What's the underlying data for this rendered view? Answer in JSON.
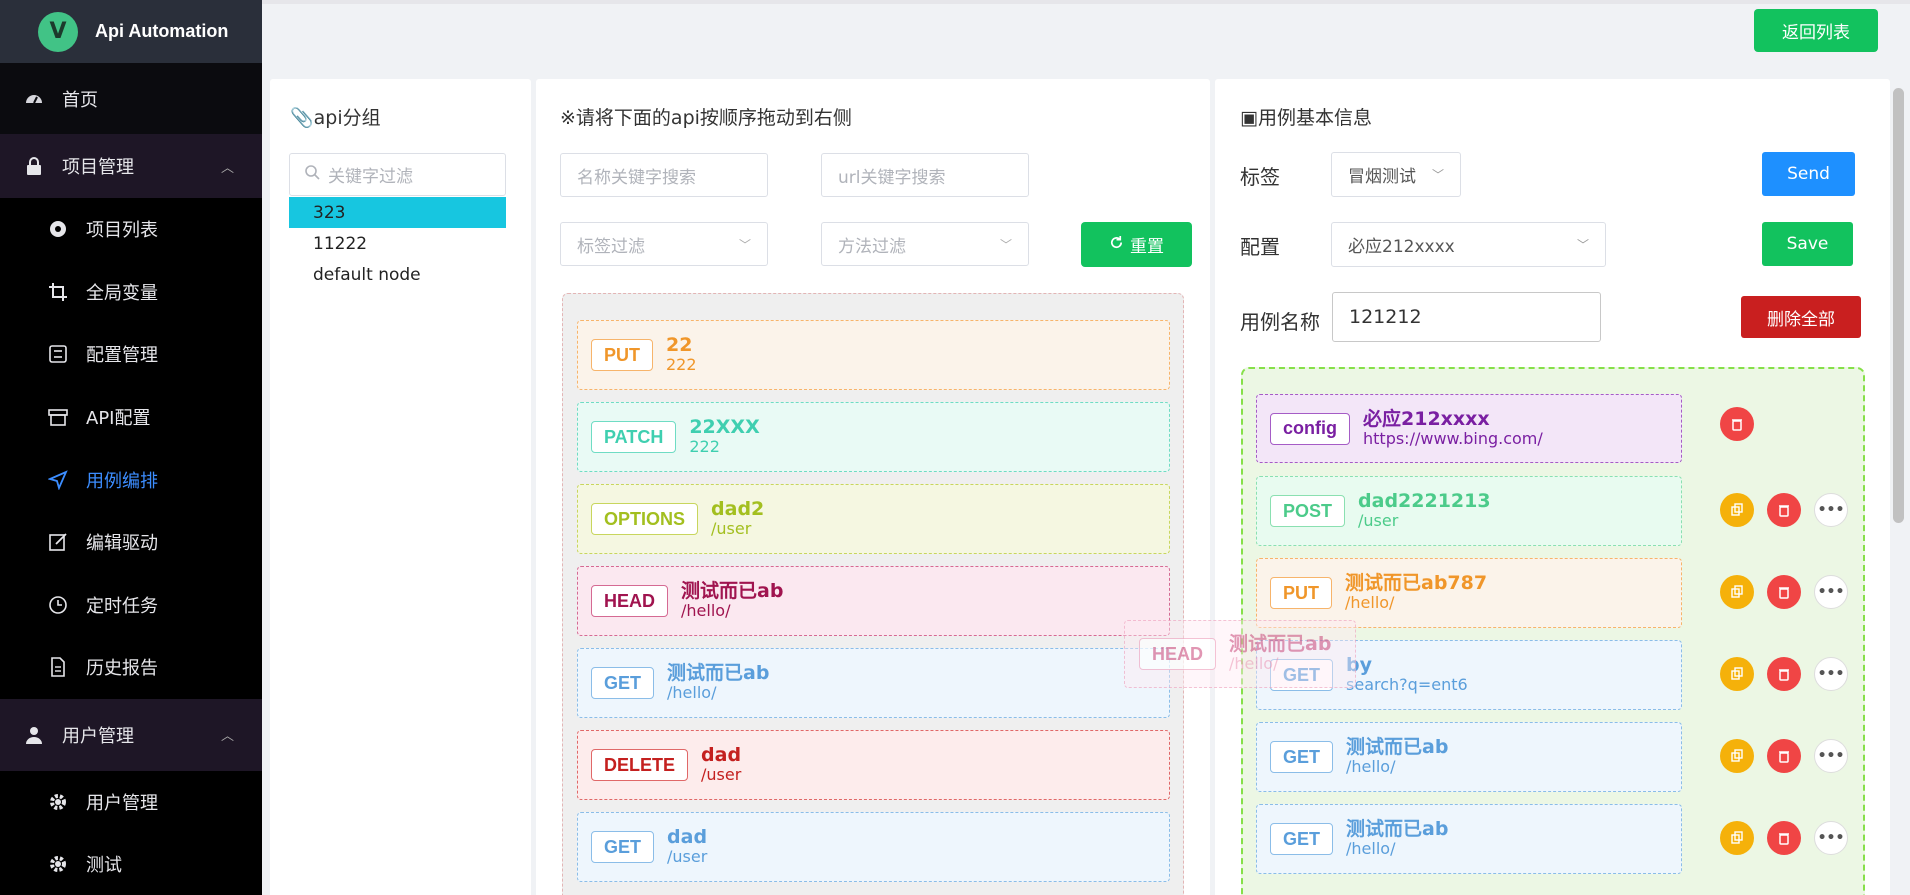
{
  "app": {
    "title": "Api Automation",
    "logo_letter": "V"
  },
  "sidebar": {
    "home": "首页",
    "project_group": "项目管理",
    "project_items": [
      {
        "label": "项目列表",
        "icon": "circle-dot-icon"
      },
      {
        "label": "全局变量",
        "icon": "crop-icon"
      },
      {
        "label": "配置管理",
        "icon": "settings-list-icon"
      },
      {
        "label": "API配置",
        "icon": "archive-icon"
      },
      {
        "label": "用例编排",
        "icon": "send-icon",
        "active": true
      },
      {
        "label": "编辑驱动",
        "icon": "edit-icon"
      },
      {
        "label": "定时任务",
        "icon": "clock-icon"
      },
      {
        "label": "历史报告",
        "icon": "document-icon"
      }
    ],
    "user_group": "用户管理",
    "user_items": [
      {
        "label": "用户管理",
        "icon": "gear-icon"
      },
      {
        "label": "测试",
        "icon": "gear-icon"
      }
    ]
  },
  "top": {
    "return_label": "返回列表"
  },
  "left_panel": {
    "title": "📎api分组",
    "filter_placeholder": "关键字过滤",
    "tree": [
      "323",
      "11222",
      "default node"
    ]
  },
  "middle_panel": {
    "title": "※请将下面的api按顺序拖动到右侧",
    "name_placeholder": "名称关键字搜索",
    "url_placeholder": "url关键字搜索",
    "tag_placeholder": "标签过滤",
    "method_placeholder": "方法过滤",
    "reset_label": "重置",
    "apis": [
      {
        "method": "PUT",
        "name": "22",
        "url": "222"
      },
      {
        "method": "PATCH",
        "name": "22XXX",
        "url": "222"
      },
      {
        "method": "OPTIONS",
        "name": "dad2",
        "url": "/user"
      },
      {
        "method": "HEAD",
        "name": "测试而已ab",
        "url": "/hello/"
      },
      {
        "method": "GET",
        "name": "测试而已ab",
        "url": "/hello/"
      },
      {
        "method": "DELETE",
        "name": "dad",
        "url": "/user"
      },
      {
        "method": "GET",
        "name": "dad",
        "url": "/user"
      }
    ],
    "dragging": {
      "method": "HEAD",
      "name": "测试而已ab",
      "url": "/hello/"
    }
  },
  "right_panel": {
    "title": "▣用例基本信息",
    "tag_label": "标签",
    "tag_value": "冒烟测试",
    "config_label": "配置",
    "config_value": "必应212xxxx",
    "case_name_label": "用例名称",
    "case_name_value": "121212",
    "send_label": "Send",
    "save_label": "Save",
    "delete_all_label": "删除全部",
    "config_card": {
      "badge": "config",
      "name": "必应212xxxx",
      "url": "https://www.bing.com/"
    },
    "steps": [
      {
        "method": "POST",
        "name": "dad2221213",
        "url": "/user"
      },
      {
        "method": "PUT",
        "name": "测试而已ab787",
        "url": "/hello/"
      },
      {
        "method": "GET",
        "name": "by",
        "url": "search?q=ent6"
      },
      {
        "method": "GET",
        "name": "测试而已ab",
        "url": "/hello/"
      },
      {
        "method": "GET",
        "name": "测试而已ab",
        "url": "/hello/"
      }
    ]
  },
  "colors": {
    "PUT": {
      "fg": "#f0962a",
      "bg": "#fbf3ea",
      "border": "#f7b46b"
    },
    "PATCH": {
      "fg": "#3fcfb0",
      "bg": "#e9faf5",
      "border": "#6fdcc4"
    },
    "OPTIONS": {
      "fg": "#a3bf1f",
      "bg": "#f5f7e1",
      "border": "#c8d65d"
    },
    "HEAD": {
      "fg": "#a0144f",
      "bg": "#fbe8f0",
      "border": "#d56a93"
    },
    "GET": {
      "fg": "#5a9edb",
      "bg": "#eef6fd",
      "border": "#8bbde8"
    },
    "DELETE": {
      "fg": "#c4201f",
      "bg": "#fdecec",
      "border": "#e06868"
    },
    "POST": {
      "fg": "#4ccb8a",
      "bg": "#e8fbf0",
      "border": "#8ae0b1"
    },
    "config": {
      "fg": "#7a1fa2",
      "bg": "#f3e6f8",
      "border": "#a55cc6"
    }
  }
}
